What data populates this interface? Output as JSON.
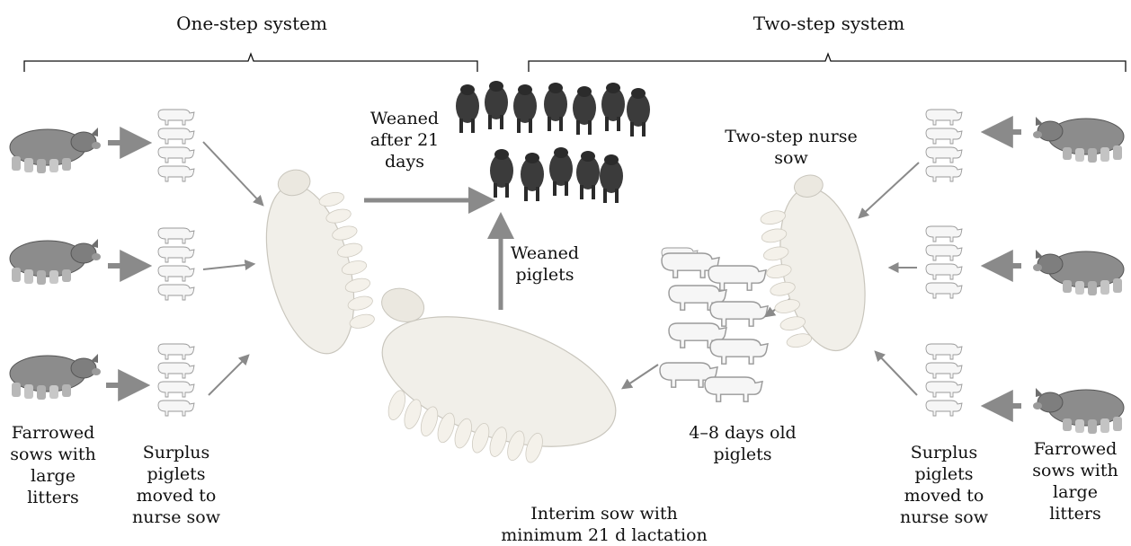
{
  "headers": {
    "one_step": "One-step system",
    "two_step": "Two-step system"
  },
  "labels": {
    "farrowed_left": "Farrowed\nsows with\nlarge\nlitters",
    "surplus_left": "Surplus\npiglets\nmoved to\nnurse sow",
    "weaned_after": "Weaned\nafter 21\ndays",
    "weaned_piglets": "Weaned\npiglets",
    "two_step_nurse": "Two-step nurse\nsow",
    "days_old": "4–8 days old\npiglets",
    "interim_sow": "Interim sow with\nminimum 21 d lactation",
    "surplus_right": "Surplus\npiglets\nmoved to\nnurse sow",
    "farrowed_right": "Farrowed\nsows with\nlarge\nlitters"
  },
  "colors": {
    "arrow": "#8a8a8a",
    "sow_gray": "#8c8c8c",
    "sow_white": "#f1efe9",
    "weaned_dark": "#3b3b3b",
    "outline": "#444444"
  },
  "icons": {
    "farrowed_sow": "gray-sow-with-litter-icon",
    "piglet_stack": "white-piglet-stack-icon",
    "nurse_sow": "nursing-sow-icon",
    "weaned_group": "weaned-pigs-group-icon"
  }
}
